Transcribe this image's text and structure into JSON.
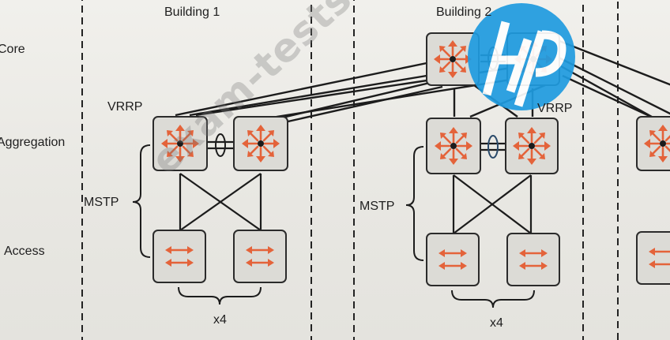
{
  "row_labels": {
    "core": "Core",
    "aggregation": "Aggregation",
    "access": "Access"
  },
  "buildings": [
    {
      "title": "Building 1",
      "protocol_top": "VRRP",
      "protocol_left": "MSTP",
      "multiplier": "x4"
    },
    {
      "title": "Building 2",
      "protocol_top": "VRRP",
      "protocol_left": "MSTP",
      "multiplier": "x4"
    }
  ],
  "watermark": "exam-tests.com",
  "logo_text": "hp",
  "icons": {
    "router": "router-icon",
    "switch": "switch-icon",
    "link_aggregation": "lag-icon"
  },
  "colors": {
    "icon_orange": "#e4633a",
    "box_bg": "#d9d8d4",
    "hp_blue": "#1f9be0"
  }
}
